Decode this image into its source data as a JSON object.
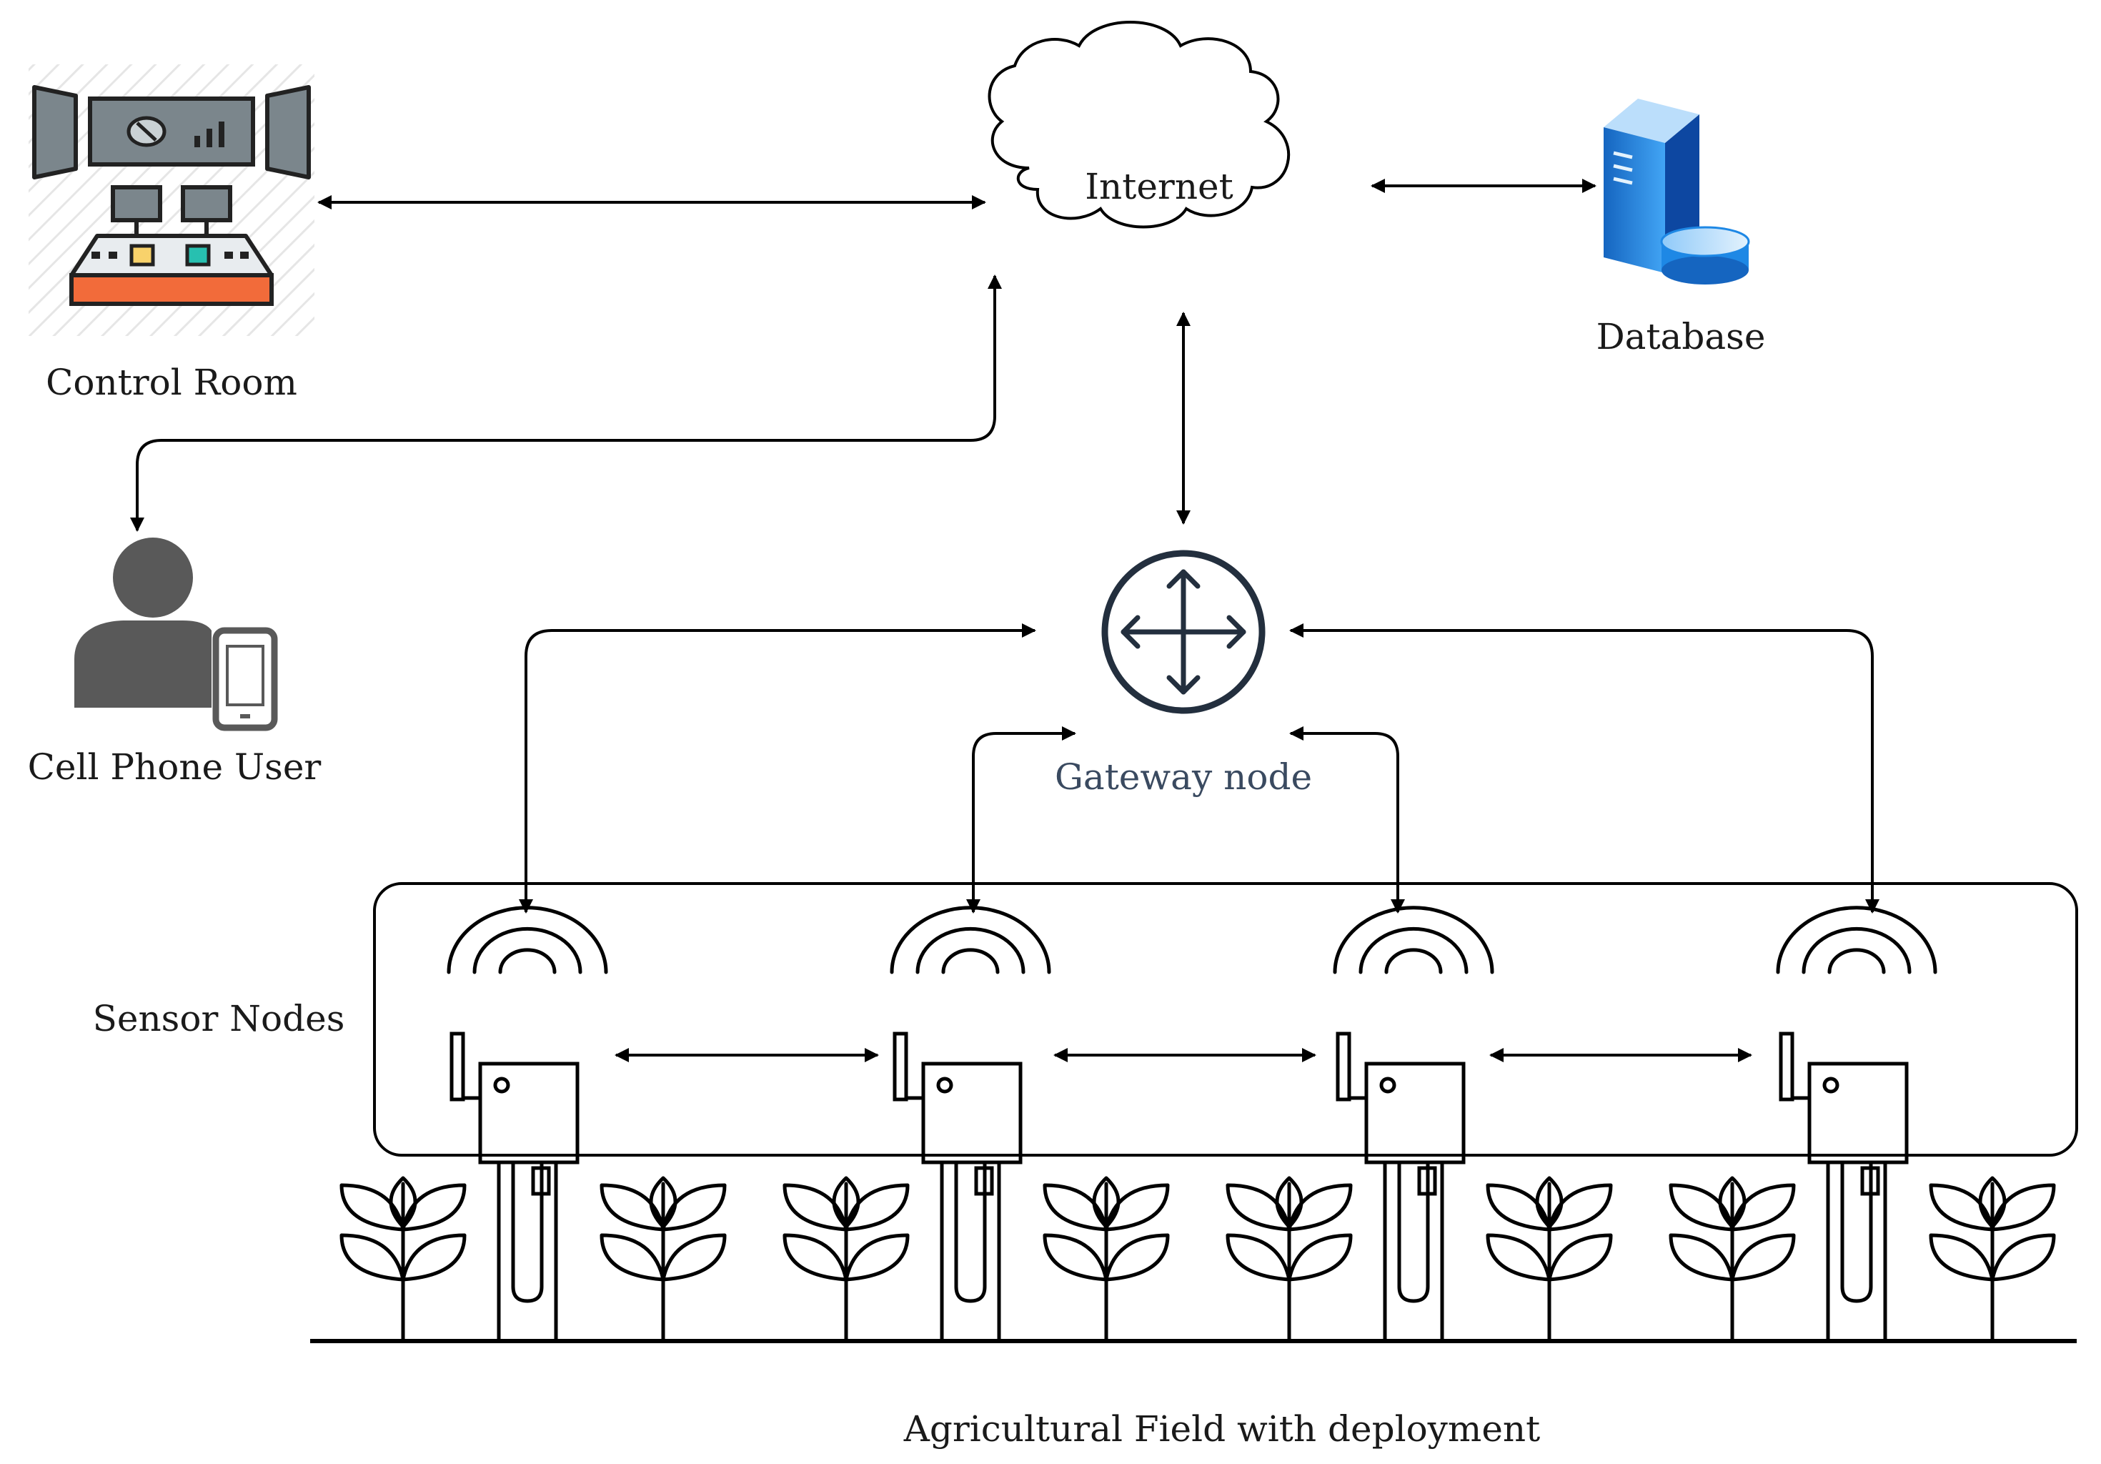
{
  "labels": {
    "internet": "Internet",
    "database": "Database",
    "control_room": "Control Room",
    "cell_phone_user": "Cell Phone User",
    "gateway_node": "Gateway node",
    "sensor_nodes": "Sensor Nodes",
    "field": "Agricultural Field with deployment"
  },
  "nodes": [
    {
      "id": "control-room",
      "icon": "control-room-icon"
    },
    {
      "id": "internet",
      "icon": "cloud-icon"
    },
    {
      "id": "database",
      "icon": "database-server-icon"
    },
    {
      "id": "cell-phone-user",
      "icon": "user-with-phone-icon"
    },
    {
      "id": "gateway",
      "icon": "router-gateway-icon"
    },
    {
      "id": "sensor-1",
      "icon": "wireless-sensor-icon"
    },
    {
      "id": "sensor-2",
      "icon": "wireless-sensor-icon"
    },
    {
      "id": "sensor-3",
      "icon": "wireless-sensor-icon"
    },
    {
      "id": "sensor-4",
      "icon": "wireless-sensor-icon"
    }
  ],
  "edges": [
    {
      "from": "control-room",
      "to": "internet",
      "direction": "both"
    },
    {
      "from": "internet",
      "to": "database",
      "direction": "both"
    },
    {
      "from": "internet",
      "to": "cell-phone-user",
      "direction": "both"
    },
    {
      "from": "internet",
      "to": "gateway",
      "direction": "both"
    },
    {
      "from": "gateway",
      "to": "sensor-1",
      "direction": "both"
    },
    {
      "from": "gateway",
      "to": "sensor-2",
      "direction": "both"
    },
    {
      "from": "gateway",
      "to": "sensor-3",
      "direction": "both"
    },
    {
      "from": "gateway",
      "to": "sensor-4",
      "direction": "both"
    },
    {
      "from": "sensor-1",
      "to": "sensor-2",
      "direction": "both"
    },
    {
      "from": "sensor-2",
      "to": "sensor-3",
      "direction": "both"
    },
    {
      "from": "sensor-3",
      "to": "sensor-4",
      "direction": "both"
    }
  ],
  "colors": {
    "line": "#000000",
    "label_text": "#1a1a1a",
    "gateway_label": "#3a4a60",
    "gateway_icon": "#232f3e",
    "database_blue": "#1e88e5",
    "control_panel_orange": "#f26b3a",
    "person_grey": "#595959"
  }
}
